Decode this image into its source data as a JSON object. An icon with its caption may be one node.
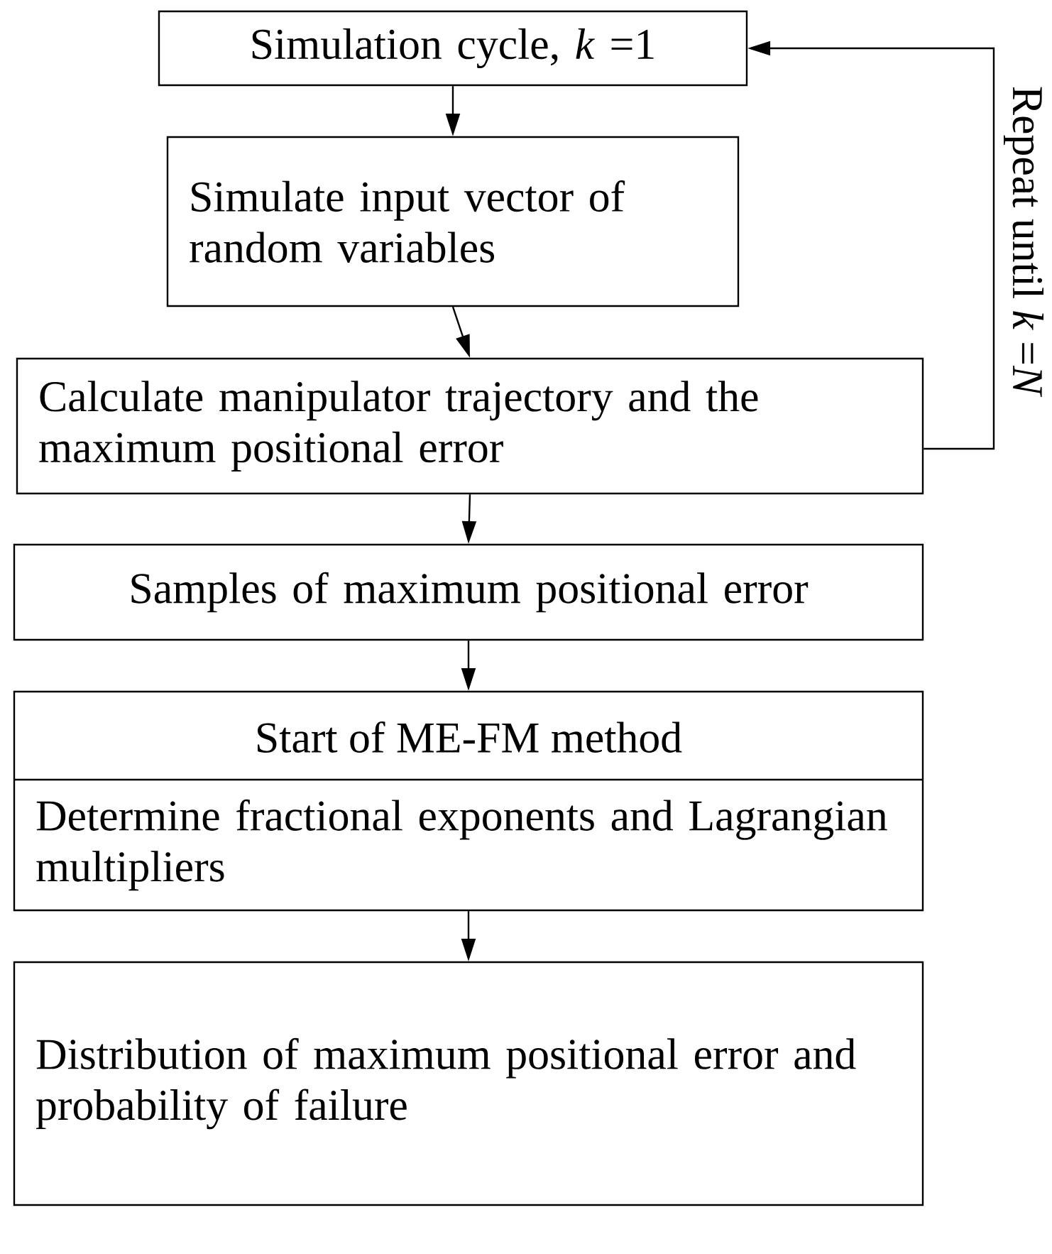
{
  "diagram": {
    "nodes": [
      {
        "text": [
          "Simulation cycle, *k* =1"
        ]
      },
      {
        "text": [
          "Simulate input vector of random variables"
        ]
      },
      {
        "text": [
          "Calculate manipulator trajectory and the maximum positional error"
        ]
      },
      {
        "text": [
          "Samples of maximum positional error"
        ]
      },
      {
        "text": [
          "Start of ME-FM method",
          "Determine fractional exponents and Lagrangian multipliers"
        ]
      },
      {
        "text": [
          "Distribution of maximum positional error and probability of failure"
        ]
      }
    ],
    "edges": [
      {
        "from": 0,
        "to": 1,
        "arrow": "to"
      },
      {
        "from": 1,
        "to": 2,
        "arrow": "to"
      },
      {
        "from": 2,
        "to": 0,
        "arrow": "to",
        "label": "Repeat until *k* =*N*"
      },
      {
        "from": 2,
        "to": 3,
        "arrow": "to"
      },
      {
        "from": 3,
        "to": 4,
        "arrow": "to"
      },
      {
        "from": 4,
        "to": 5,
        "arrow": "to"
      }
    ]
  }
}
